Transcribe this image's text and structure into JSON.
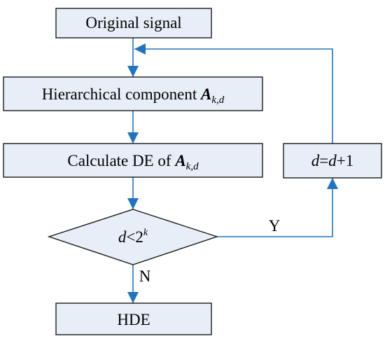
{
  "diagram": {
    "nodes": {
      "original": {
        "text": "Original signal"
      },
      "hierarchical": {
        "text": "Hierarchical component ",
        "math_main": "A",
        "math_sub": "k,d"
      },
      "calculate": {
        "text": "Calculate DE of ",
        "math_main": "A",
        "math_sub": "k,d"
      },
      "decision": {
        "var": "d",
        "op": "<2",
        "exp": "k"
      },
      "increment": {
        "a": "d",
        "eq": "=",
        "b": "d",
        "plus": "+1"
      },
      "hde": {
        "text": "HDE"
      }
    },
    "edges": {
      "yes_label": "Y",
      "no_label": "N"
    },
    "colors": {
      "box_fill": "#e8eef8",
      "box_stroke": "#1a1a1a",
      "arrow": "#1f74c2"
    }
  }
}
